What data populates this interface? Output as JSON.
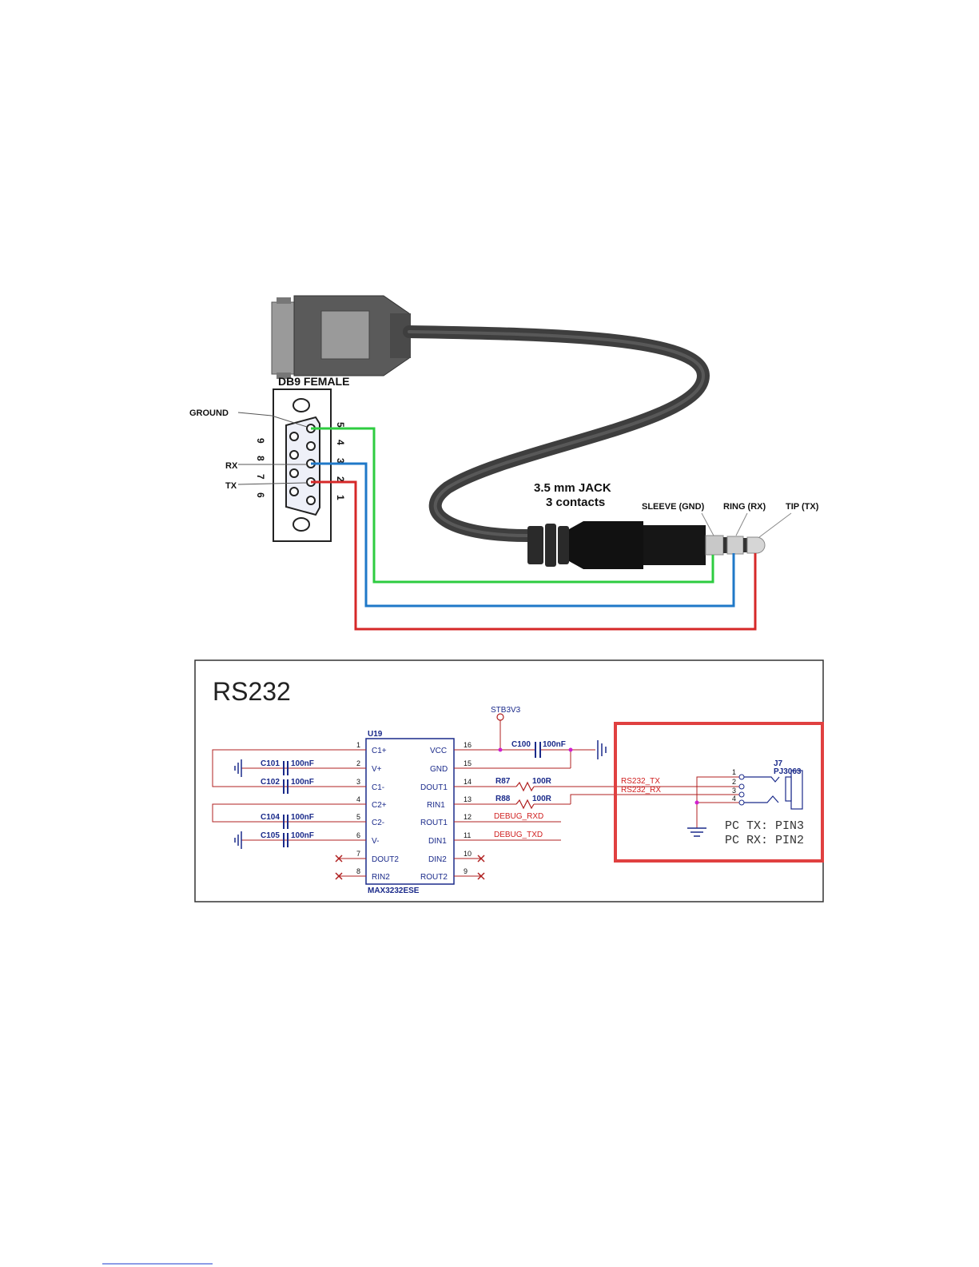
{
  "cable": {
    "db9_title": "DB9 FEMALE",
    "ground_label": "GROUND",
    "rx_label": "RX",
    "tx_label": "TX",
    "pin_left": [
      "9",
      "8",
      "7",
      "6"
    ],
    "pin_right": [
      "5",
      "4",
      "3",
      "2",
      "1"
    ],
    "jack_title_line1": "3.5 mm JACK",
    "jack_title_line2": "3 contacts",
    "sleeve_label": "SLEEVE (GND)",
    "ring_label": "RING (RX)",
    "tip_label": "TIP (TX)",
    "colors": {
      "ground": "#2ecc40",
      "rx": "#1f78c8",
      "tx": "#d62828",
      "cable": "#444444"
    }
  },
  "schematic": {
    "title": "RS232",
    "power_net": "STB3V3",
    "chip_ref": "U19",
    "chip_part": "MAX3232ESE",
    "left_pins": [
      {
        "num": "1",
        "name": "C1+"
      },
      {
        "num": "2",
        "name": "V+"
      },
      {
        "num": "3",
        "name": "C1-"
      },
      {
        "num": "4",
        "name": "C2+"
      },
      {
        "num": "5",
        "name": "C2-"
      },
      {
        "num": "6",
        "name": "V-"
      },
      {
        "num": "7",
        "name": "DOUT2"
      },
      {
        "num": "8",
        "name": "RIN2"
      }
    ],
    "right_pins": [
      {
        "num": "16",
        "name": "VCC"
      },
      {
        "num": "15",
        "name": "GND"
      },
      {
        "num": "14",
        "name": "DOUT1"
      },
      {
        "num": "13",
        "name": "RIN1"
      },
      {
        "num": "12",
        "name": "ROUT1"
      },
      {
        "num": "11",
        "name": "DIN1"
      },
      {
        "num": "10",
        "name": "DIN2"
      },
      {
        "num": "9",
        "name": "ROUT2"
      }
    ],
    "caps": [
      {
        "ref": "C101",
        "value": "100nF"
      },
      {
        "ref": "C102",
        "value": "100nF"
      },
      {
        "ref": "C104",
        "value": "100nF"
      },
      {
        "ref": "C105",
        "value": "100nF"
      },
      {
        "ref": "C100",
        "value": "100nF"
      }
    ],
    "resistors": [
      {
        "ref": "R87",
        "value": "100R"
      },
      {
        "ref": "R88",
        "value": "100R"
      }
    ],
    "nets": {
      "tx": "RS232_TX",
      "rx": "RS232_RX",
      "debug_rxd": "DEBUG_RXD",
      "debug_txd": "DEBUG_TXD"
    },
    "jack_ref": "J7",
    "jack_part": "PJ3063",
    "jack_pins": [
      "1",
      "2",
      "3",
      "4"
    ],
    "note_line1": "PC TX: PIN3",
    "note_line2": "PC RX: PIN2",
    "highlight_color": "#e04040"
  }
}
